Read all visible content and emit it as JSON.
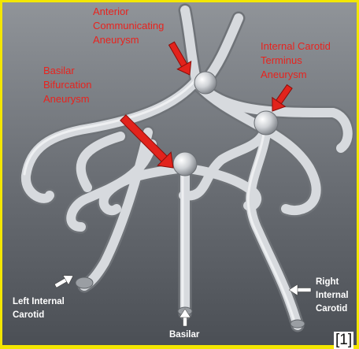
{
  "labels": {
    "anterior": "Anterior\nCommunicating\nAneurysm",
    "ict": "Internal Carotid\nTerminus\nAneurysm",
    "basilar_bif": "Basilar\nBifurcation\nAneurysm",
    "left_ic": "Left Internal\nCarotid",
    "basilar": "Basilar",
    "right_ic": "Right\nInternal\nCarotid",
    "citation": "[1]"
  },
  "colors": {
    "frame": "#f3e600",
    "label_red": "#e8231e",
    "arrow_red": "#e2231c",
    "vessel": "#c9ccd1",
    "background": "#565a60"
  },
  "icons": [
    "red-arrow",
    "white-arrow"
  ]
}
